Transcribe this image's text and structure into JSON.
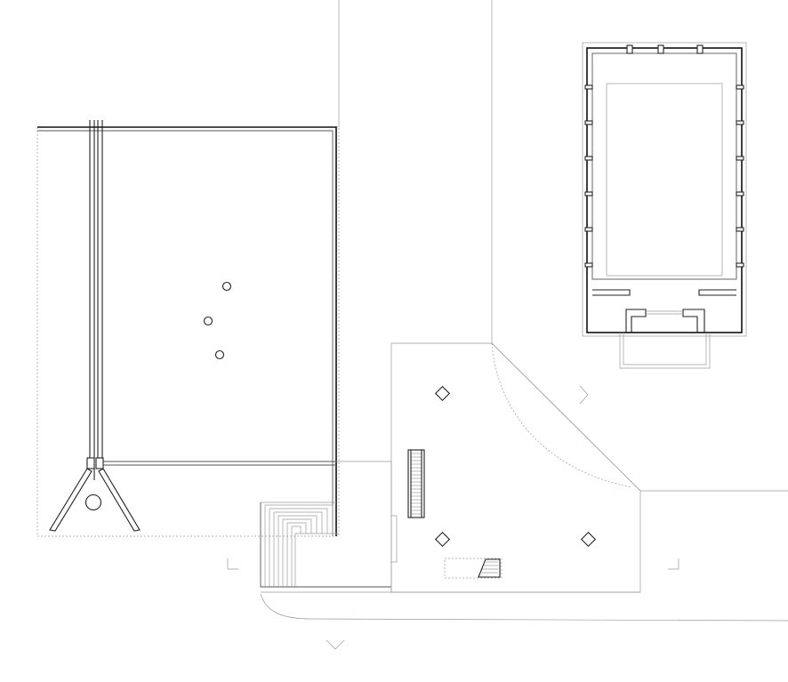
{
  "drawing": {
    "type": "architectural-site-plan",
    "line_color": "#222222",
    "background": "#ffffff",
    "column_count": 3,
    "marker_count": 3
  }
}
